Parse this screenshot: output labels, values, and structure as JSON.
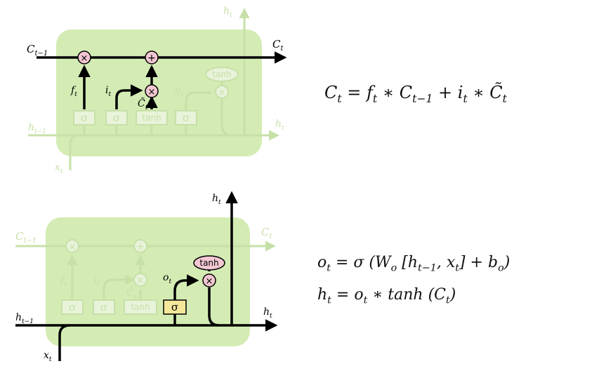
{
  "top_diagram": {
    "c_prev": "C",
    "c_prev_sub": "t−1",
    "c_curr": "C",
    "c_curr_sub": "t",
    "h_top": "h",
    "h_top_sub": "t",
    "h_prev": "h",
    "h_prev_sub": "t−1",
    "h_out": "h",
    "h_out_sub": "t",
    "x_in": "x",
    "x_in_sub": "t",
    "f_label": "f",
    "f_sub": "t",
    "i_label": "i",
    "i_sub": "t",
    "o_label": "o",
    "o_sub": "t",
    "ctilde_label": "C̃",
    "ctilde_sub": "t",
    "sigma": "σ",
    "tanh": "tanh",
    "times": "×",
    "plus": "+"
  },
  "bottom_diagram": {
    "c_prev": "C",
    "c_prev_sub": "t−1",
    "c_curr": "C",
    "c_curr_sub": "t",
    "h_top": "h",
    "h_top_sub": "t",
    "h_prev": "h",
    "h_prev_sub": "t−1",
    "h_out": "h",
    "h_out_sub": "t",
    "x_in": "x",
    "x_in_sub": "t",
    "f_label": "f",
    "f_sub": "t",
    "i_label": "i",
    "i_sub": "t",
    "o_label": "o",
    "o_sub": "t",
    "ctilde_label": "C̃",
    "ctilde_sub": "t",
    "sigma": "σ",
    "tanh": "tanh",
    "times": "×",
    "plus": "+"
  },
  "equations": {
    "cell_state": "C_t = f_t ∗ C_{t−1} + i_t ∗ C̃_t",
    "output_gate": "o_t = σ (W_o [h_{t−1}, x_t] + b_o)",
    "hidden_state": "h_t = o_t ∗ tanh (C_t)"
  },
  "colors": {
    "cell_fill": "#d4ecb4",
    "faded_stroke": "#c7e0a8",
    "faded_node": "#e8f3da",
    "active": "#000000",
    "pointwise_fill": "#f2c7d2",
    "sigma_highlight": "#f5e79a"
  }
}
